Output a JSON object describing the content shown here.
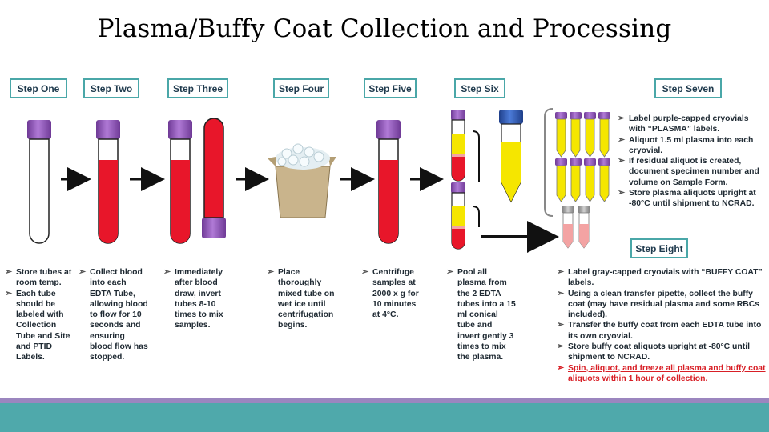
{
  "title": "Plasma/Buffy Coat Collection and Processing",
  "steps": {
    "one": "Step One",
    "two": "Step Two",
    "three": "Step Three",
    "four": "Step Four",
    "five": "Step Five",
    "six": "Step Six",
    "seven": "Step Seven",
    "eight": "Step Eight"
  },
  "notes": {
    "one": [
      "Store tubes at room temp.",
      "Each tube should be labeled with Collection Tube and Site and PTID Labels."
    ],
    "two": [
      "Collect blood into each EDTA Tube, allowing blood to flow for 10 seconds and ensuring blood flow has stopped."
    ],
    "three": [
      "Immediately after blood draw, invert tubes 8-10 times to mix samples."
    ],
    "four": [
      "Place thoroughly mixed tube on wet ice until centrifugation begins."
    ],
    "five": [
      "Centrifuge samples at 2000 x g for 10 minutes at 4°C."
    ],
    "six": [
      "Pool all plasma from the 2 EDTA tubes into a 15 ml conical tube and invert gently 3 times to mix the plasma."
    ],
    "seven": [
      "Label purple-capped cryovials with “PLASMA” labels.",
      "Aliquot 1.5 ml plasma into each cryovial.",
      "If residual aliquot is created, document specimen number and volume on Sample Form.",
      "Store plasma aliquots upright at -80°C until shipment to NCRAD."
    ],
    "eight": [
      "Label gray-capped cryovials with “BUFFY COAT” labels.",
      "Using a clean transfer pipette, collect the buffy coat (may have residual plasma and some RBCs included).",
      "Transfer the buffy coat from each EDTA tube into its own cryovial.",
      "Store buffy coat aliquots upright at -80°C until shipment to NCRAD."
    ],
    "warning": "Spin, aliquot, and freeze all plasma and buffy coat aliquots within 1 hour of collection."
  },
  "colors": {
    "accent_border": "#4aa7a8",
    "blood_red": "#e8162a",
    "cap_purple": "#8e4fb8",
    "plasma_yellow": "#f5e600",
    "warning_red": "#d81f26",
    "footer_teal": "#4fa9ab",
    "footer_purple": "#9b86bf"
  }
}
